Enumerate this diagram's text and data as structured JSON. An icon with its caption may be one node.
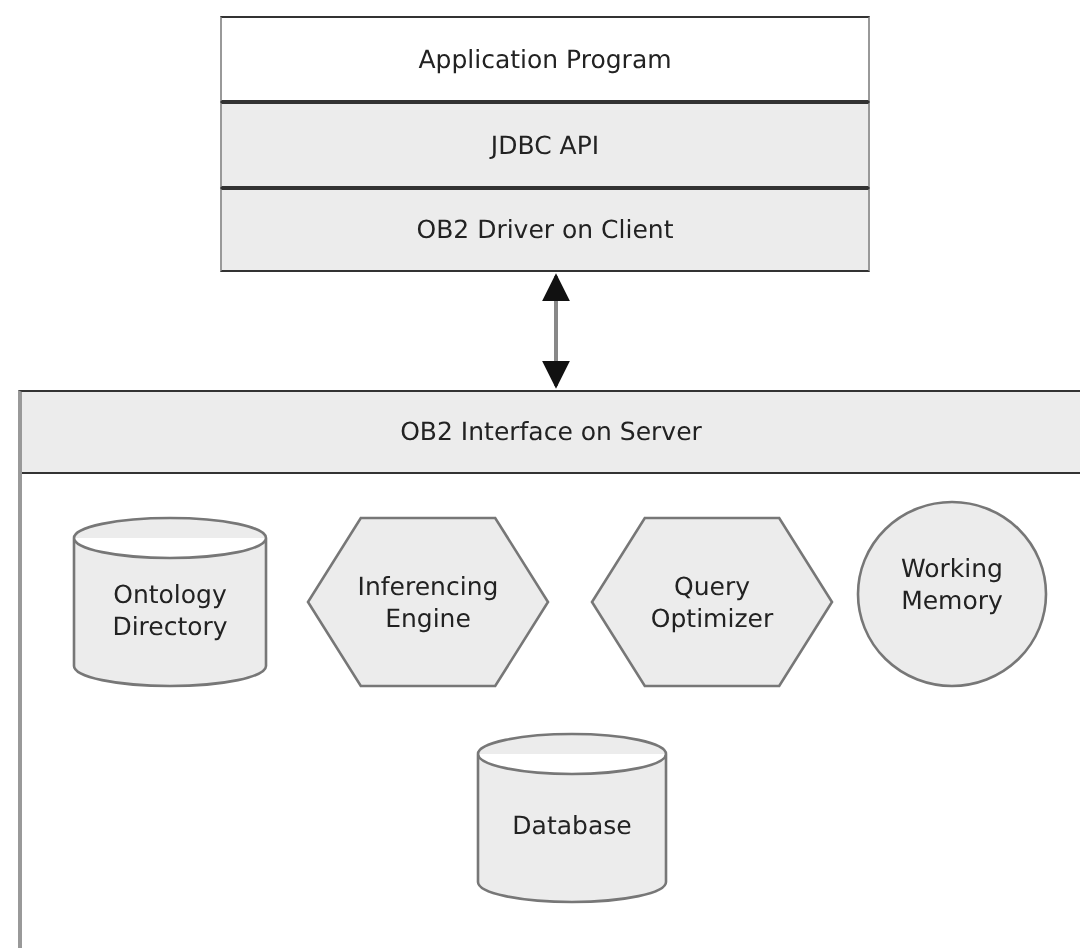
{
  "diagram": {
    "nodes": [
      {
        "text": [
          "Application Program"
        ]
      },
      {
        "text": [
          "JDBC API"
        ]
      },
      {
        "text": [
          "OB2 Driver on Client"
        ]
      },
      {
        "text": [
          "OB2 Interface on Server"
        ]
      },
      {
        "text": [
          "Ontology Directory"
        ],
        "in": 3
      },
      {
        "text": [
          "Inferencing Engine"
        ],
        "in": 3
      },
      {
        "text": [
          "Query Optimizer"
        ],
        "in": 3
      },
      {
        "text": [
          "Working Memory"
        ],
        "in": 3
      },
      {
        "text": [
          "Database"
        ],
        "in": 3
      }
    ],
    "edges": [
      {
        "from": 2,
        "to": 3,
        "arrow": "both"
      }
    ]
  }
}
